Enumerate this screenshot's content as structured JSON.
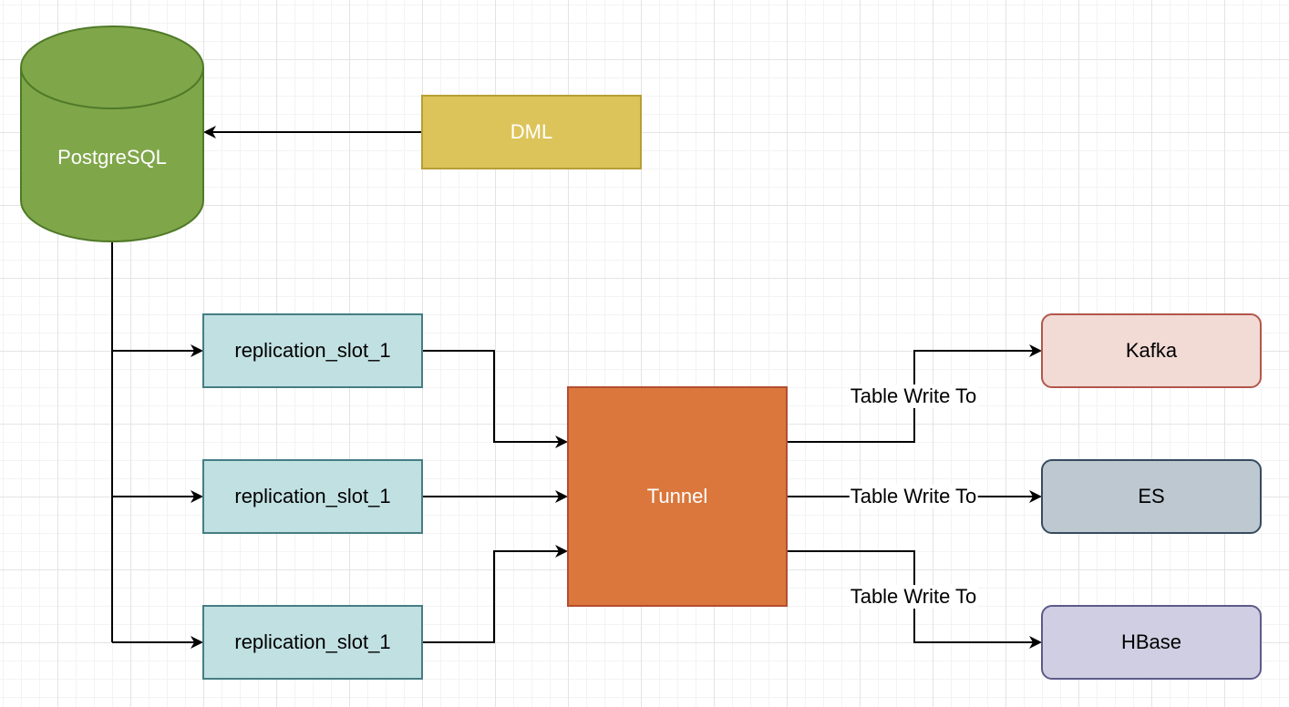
{
  "nodes": {
    "postgres": "PostgreSQL",
    "dml": "DML",
    "slots": [
      "replication_slot_1",
      "replication_slot_1",
      "replication_slot_1"
    ],
    "tunnel": "Tunnel",
    "targets": [
      "Kafka",
      "ES",
      "HBase"
    ]
  },
  "edge_labels": [
    "Table Write To",
    "Table Write To",
    "Table Write To"
  ],
  "colors": {
    "postgres_fill": "#80a64a",
    "postgres_stroke": "#4f7a28",
    "dml_fill": "#dcc45a",
    "slot_fill": "#c1e0e2",
    "tunnel_fill": "#db773c",
    "kafka_fill": "#f2dad5",
    "es_fill": "#bdc8d0",
    "hbase_fill": "#d0cee2"
  }
}
